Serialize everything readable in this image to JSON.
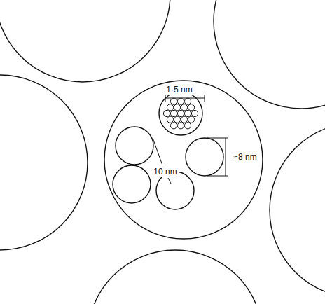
{
  "diagram": {
    "labels": [
      "1·5 nm",
      "10 nm",
      "≈8 nm"
    ]
  }
}
